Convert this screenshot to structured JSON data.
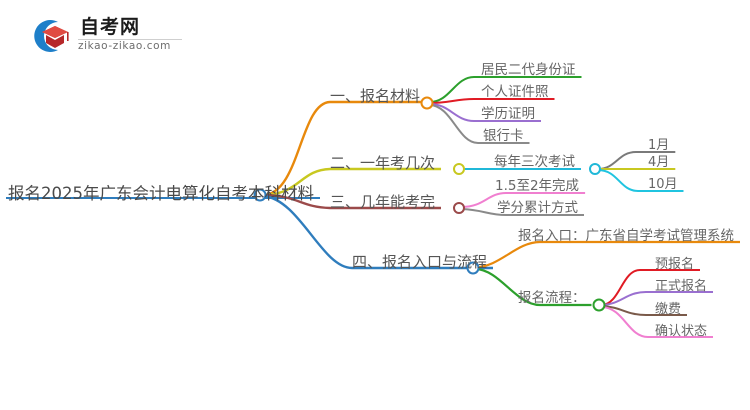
{
  "logo": {
    "brand": "自考网",
    "url": "zikao-zikao.com",
    "mark_icon": "graduation-cap-icon",
    "arc_color": "#1e7fc9",
    "cap_color": "#d93b36"
  },
  "mindmap": {
    "root": {
      "label": "报名2025年广东会计电算化自考本科材料",
      "underline_color": "#2f7dbd"
    },
    "branches": [
      {
        "id": "branch-1",
        "label": "一、报名材料",
        "color": "#e8890c",
        "children": [
          {
            "label": "居民二代身份证",
            "color": "#2ca02c"
          },
          {
            "label": "个人证件照",
            "color": "#e01b24"
          },
          {
            "label": "学历证明",
            "color": "#9a6fd0"
          },
          {
            "label": "银行卡",
            "color": "#8a8a8a"
          }
        ]
      },
      {
        "id": "branch-2",
        "label": "二、一年考几次",
        "color": "#c8c820",
        "children": [
          {
            "label": "每年三次考试",
            "color": "#20b8d8",
            "children": [
              {
                "label": "1月",
                "color": "#7a7a7a"
              },
              {
                "label": "4月",
                "color": "#c8c820"
              },
              {
                "label": "10月",
                "color": "#20c4e0"
              }
            ]
          }
        ]
      },
      {
        "id": "branch-3",
        "label": "三、几年能考完",
        "color": "#9b4a4a",
        "children": [
          {
            "label": "1.5至2年完成",
            "color": "#f07fd0"
          },
          {
            "label": "学分累计方式",
            "color": "#8a8a8a"
          }
        ]
      },
      {
        "id": "branch-4",
        "label": "四、报名入口与流程",
        "color": "#2f7dbd",
        "children": [
          {
            "label": "报名入口：广东省自学考试管理系统",
            "color": "#e8890c"
          },
          {
            "label": "报名流程：",
            "color": "#2ca02c",
            "children": [
              {
                "label": "预报名",
                "color": "#e01b24"
              },
              {
                "label": "正式报名",
                "color": "#9a6fd0"
              },
              {
                "label": "缴费",
                "color": "#7a5a4a"
              },
              {
                "label": "确认状态",
                "color": "#f07fd0"
              }
            ]
          }
        ]
      }
    ]
  }
}
